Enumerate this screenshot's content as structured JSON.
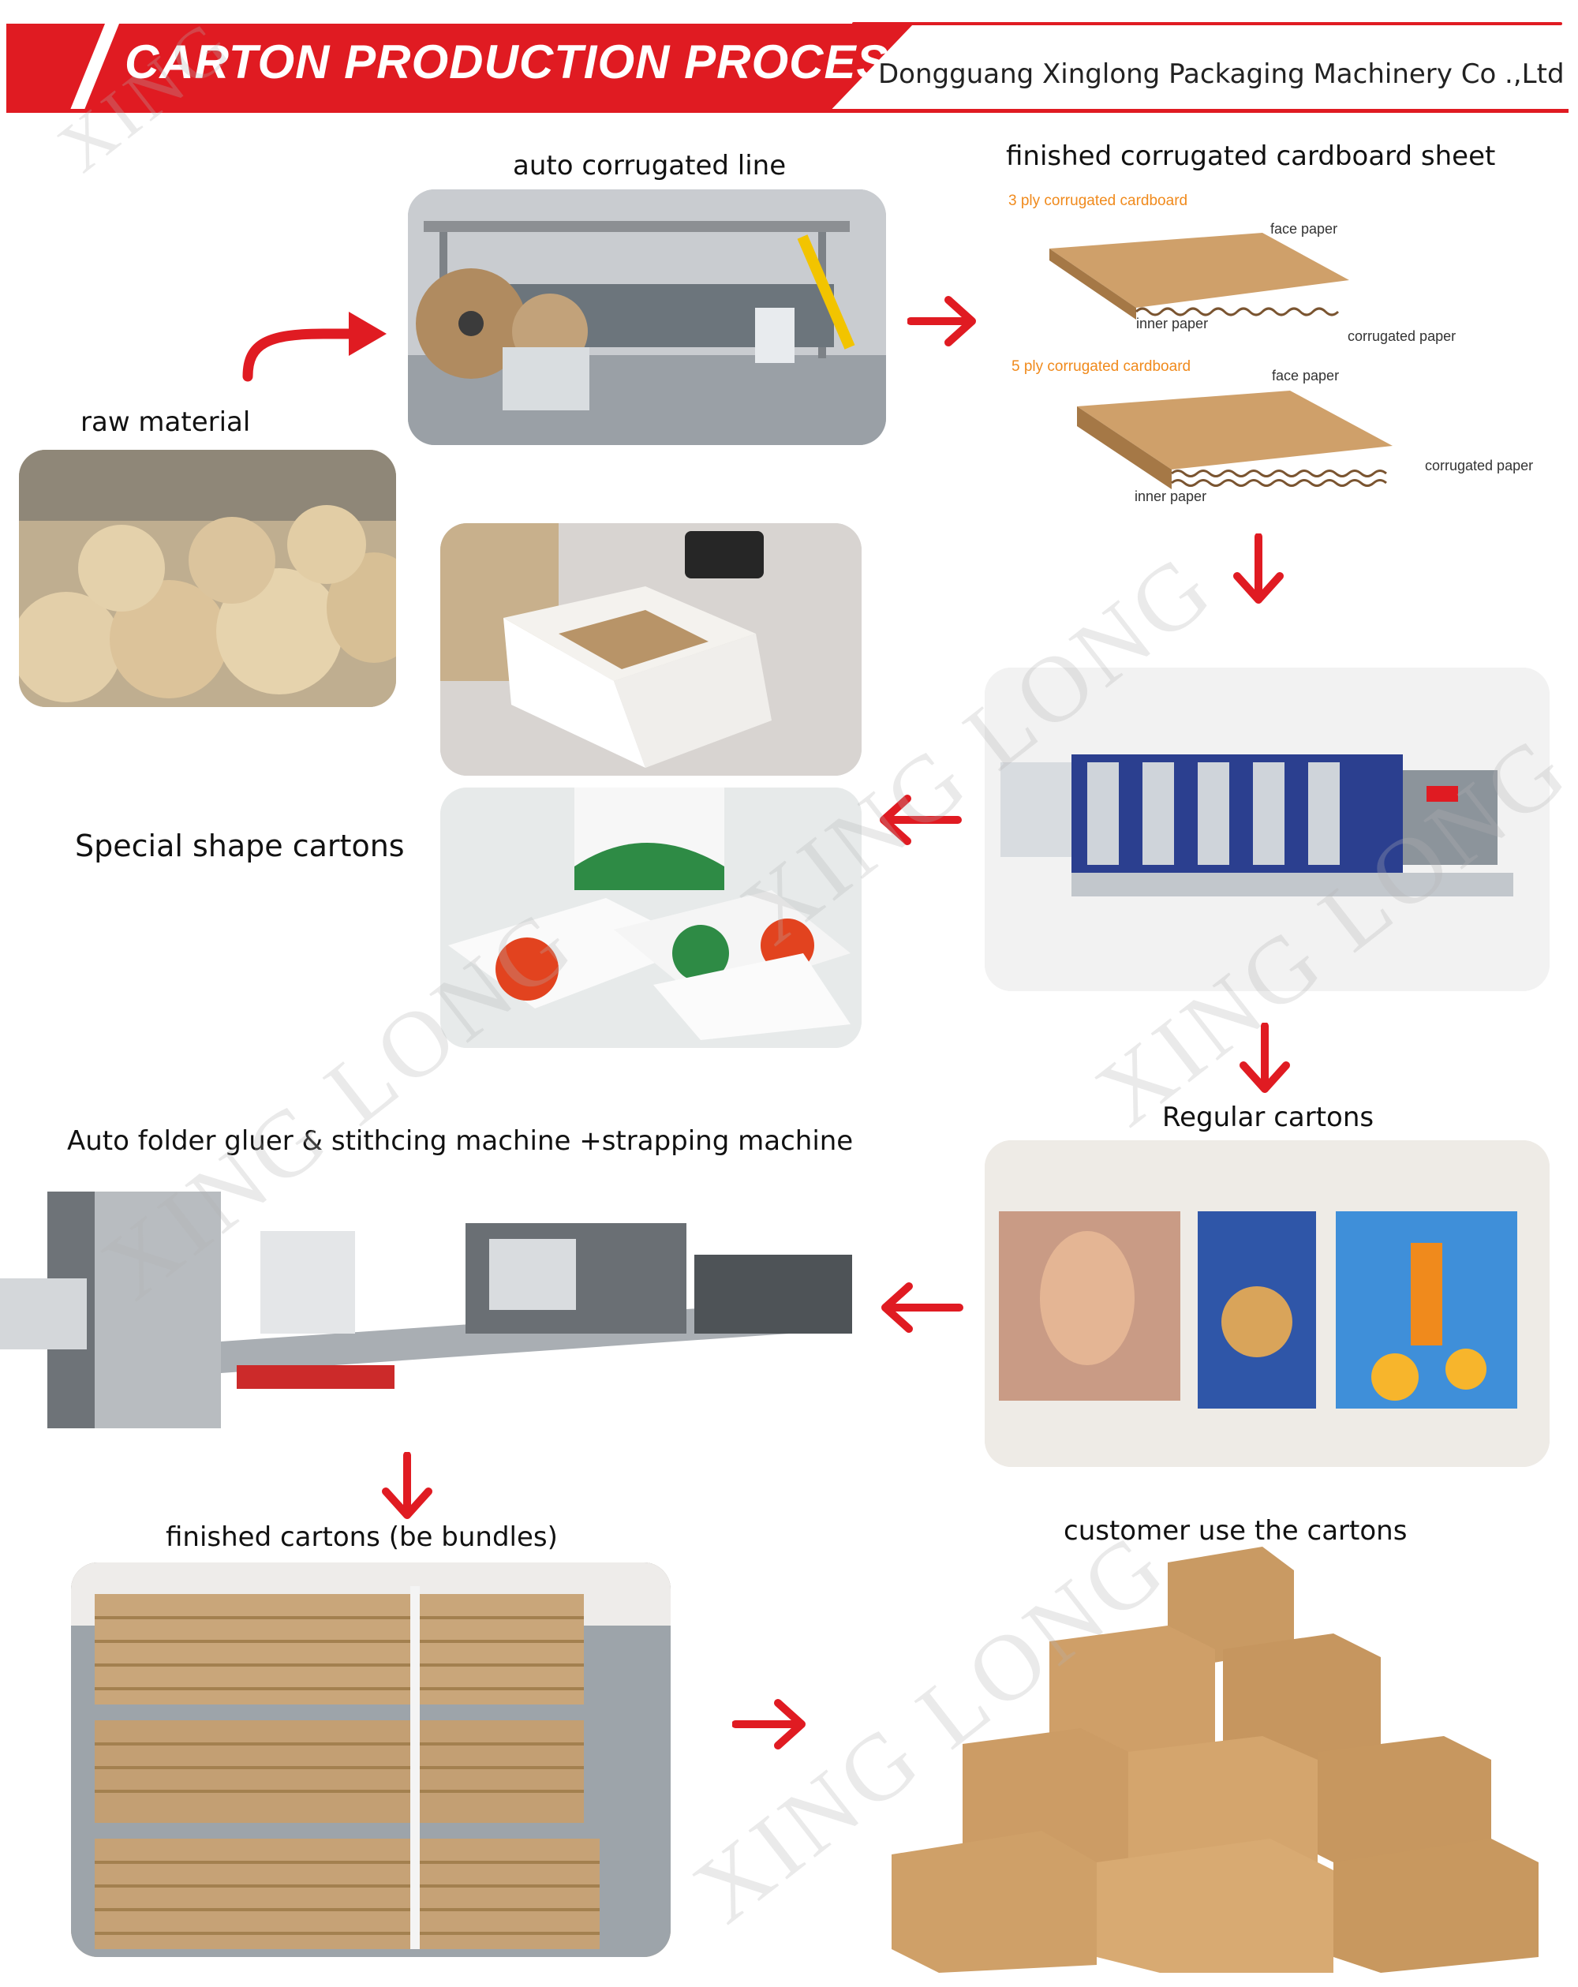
{
  "header": {
    "title": "CARTON PRODUCTION PROCESS",
    "company": "Dongguang Xinglong Packaging Machinery Co .,Ltd"
  },
  "steps": {
    "raw_material": "raw material",
    "corrugated_line": "auto corrugated line",
    "cardboard_sheet": "finished corrugated cardboard sheet",
    "special_shape": "Special shape cartons",
    "regular_cartons": "Regular cartons",
    "folder_gluer": "Auto folder gluer & stithcing machine +strapping machine",
    "finished_cartons": "finished cartons (be bundles)",
    "customer": "customer use the cartons"
  },
  "cardboard": {
    "ply3_title": "3 ply corrugated cardboard",
    "ply5_title": "5 ply corrugated cardboard",
    "face_paper": "face paper",
    "inner_paper": "inner paper",
    "corrugated_paper": "corrugated paper"
  },
  "watermark": "XINGLONG",
  "colors": {
    "accent": "#e01b22",
    "kraft": "#c99a63",
    "orange_label": "#f08a1c"
  }
}
